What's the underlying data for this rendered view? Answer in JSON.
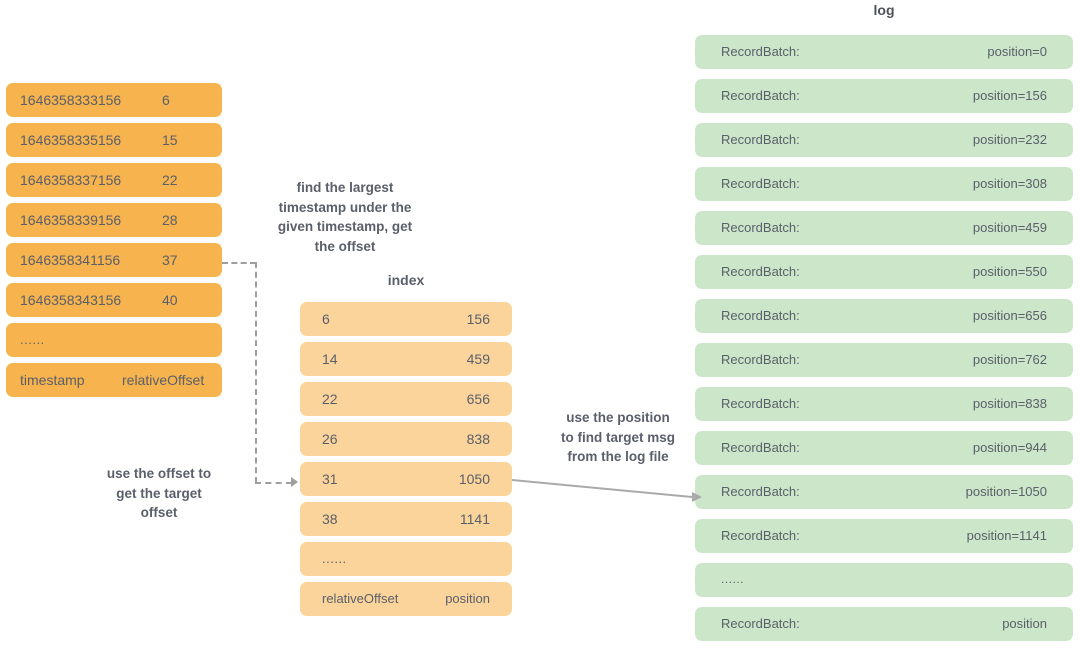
{
  "timestamp_index": {
    "columns": [
      "timestamp",
      "relativeOffset"
    ],
    "rows": [
      {
        "timestamp": "1646358333156",
        "offset": "6"
      },
      {
        "timestamp": "1646358335156",
        "offset": "15"
      },
      {
        "timestamp": "1646358337156",
        "offset": "22"
      },
      {
        "timestamp": "1646358339156",
        "offset": "28"
      },
      {
        "timestamp": "1646358341156",
        "offset": "37"
      },
      {
        "timestamp": "1646358343156",
        "offset": "40"
      }
    ],
    "ellipsis": "......",
    "footer": {
      "left": "timestamp",
      "right": "relativeOffset"
    }
  },
  "index": {
    "title": "index",
    "columns": [
      "relativeOffset",
      "position"
    ],
    "rows": [
      {
        "offset": "6",
        "position": "156"
      },
      {
        "offset": "14",
        "position": "459"
      },
      {
        "offset": "22",
        "position": "656"
      },
      {
        "offset": "26",
        "position": "838"
      },
      {
        "offset": "31",
        "position": "1050"
      },
      {
        "offset": "38",
        "position": "1141"
      }
    ],
    "ellipsis": "......",
    "footer": {
      "left": "relativeOffset",
      "right": "position"
    }
  },
  "log": {
    "title": "log",
    "rows": [
      {
        "label": "RecordBatch:",
        "position": "position=0"
      },
      {
        "label": "RecordBatch:",
        "position": "position=156"
      },
      {
        "label": "RecordBatch:",
        "position": "position=232"
      },
      {
        "label": "RecordBatch:",
        "position": "position=308"
      },
      {
        "label": "RecordBatch:",
        "position": "position=459"
      },
      {
        "label": "RecordBatch:",
        "position": "position=550"
      },
      {
        "label": "RecordBatch:",
        "position": "position=656"
      },
      {
        "label": "RecordBatch:",
        "position": "position=762"
      },
      {
        "label": "RecordBatch:",
        "position": "position=838"
      },
      {
        "label": "RecordBatch:",
        "position": "position=944"
      },
      {
        "label": "RecordBatch:",
        "position": "position=1050"
      },
      {
        "label": "RecordBatch:",
        "position": "position=1141"
      }
    ],
    "ellipsis": "......",
    "footer": {
      "label": "RecordBatch:",
      "position": "position"
    }
  },
  "annotations": {
    "find_timestamp": "find the largest\ntimestamp under the\ngiven timestamp, get\nthe offset",
    "use_offset": "use the offset to\nget the target\noffset",
    "use_position": "use the position\nto find target msg\nfrom the log file"
  },
  "colors": {
    "timestamp_row": "#F7B34D",
    "index_row": "#FBD49B",
    "log_row": "#CCE6C9",
    "text": "#5a5f6a",
    "connector": "#9e9e9e"
  }
}
